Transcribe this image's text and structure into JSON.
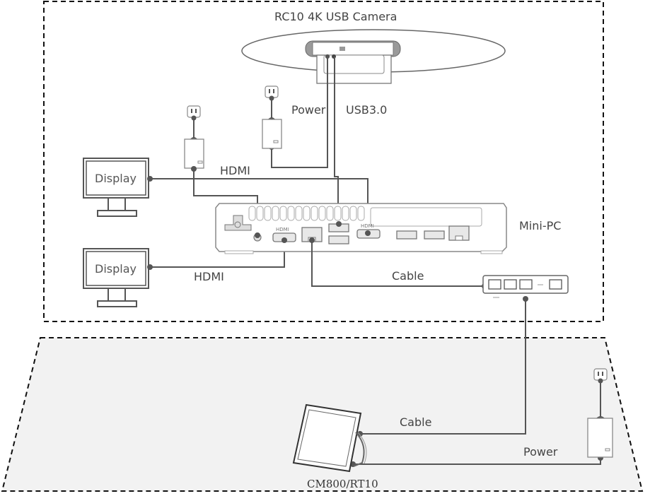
{
  "diagram": {
    "title": "RC10 4K USB Camera",
    "zones": {
      "room_equipment": "dashed-box",
      "table_area": "shaded-trapezoid"
    },
    "devices": {
      "camera": {
        "label": "RC10 4K USB Camera",
        "icon": "usb-camera-icon"
      },
      "display_1": {
        "label": "Display",
        "icon": "monitor-icon"
      },
      "display_2": {
        "label": "Display",
        "icon": "monitor-icon"
      },
      "mini_pc": {
        "label": "Mini-PC",
        "icon": "mini-pc-icon",
        "port_labels": [
          "HDMI",
          "HDMI"
        ]
      },
      "switch": {
        "label": "",
        "icon": "network-switch-icon"
      },
      "touch_panel": {
        "label": "CM800/RT10",
        "icon": "touch-panel-icon"
      },
      "adapter_camera": {
        "icon": "power-adapter-icon"
      },
      "adapter_display": {
        "icon": "power-adapter-icon"
      },
      "adapter_panel": {
        "icon": "power-adapter-icon"
      }
    },
    "connections": [
      {
        "id": "camera-power",
        "label": "Power",
        "from": "camera",
        "to": "adapter_camera"
      },
      {
        "id": "camera-usb",
        "label": "USB3.0",
        "from": "camera",
        "to": "mini_pc"
      },
      {
        "id": "display1-hdmi",
        "label": "HDMI",
        "from": "display_1",
        "to": "mini_pc"
      },
      {
        "id": "display2-hdmi",
        "label": "HDMI",
        "from": "display_2",
        "to": "mini_pc"
      },
      {
        "id": "pc-power",
        "label": "",
        "from": "adapter_display",
        "to": "mini_pc"
      },
      {
        "id": "pc-switch-cable",
        "label": "Cable",
        "from": "mini_pc",
        "to": "switch"
      },
      {
        "id": "switch-panel-cable",
        "label": "Cable",
        "from": "switch",
        "to": "touch_panel"
      },
      {
        "id": "panel-power",
        "label": "Power",
        "from": "touch_panel",
        "to": "adapter_panel"
      }
    ],
    "colors": {
      "line": "#555555",
      "device_outline": "#888888",
      "zone_fill": "#f2f2f2",
      "dash": "#111111"
    }
  }
}
